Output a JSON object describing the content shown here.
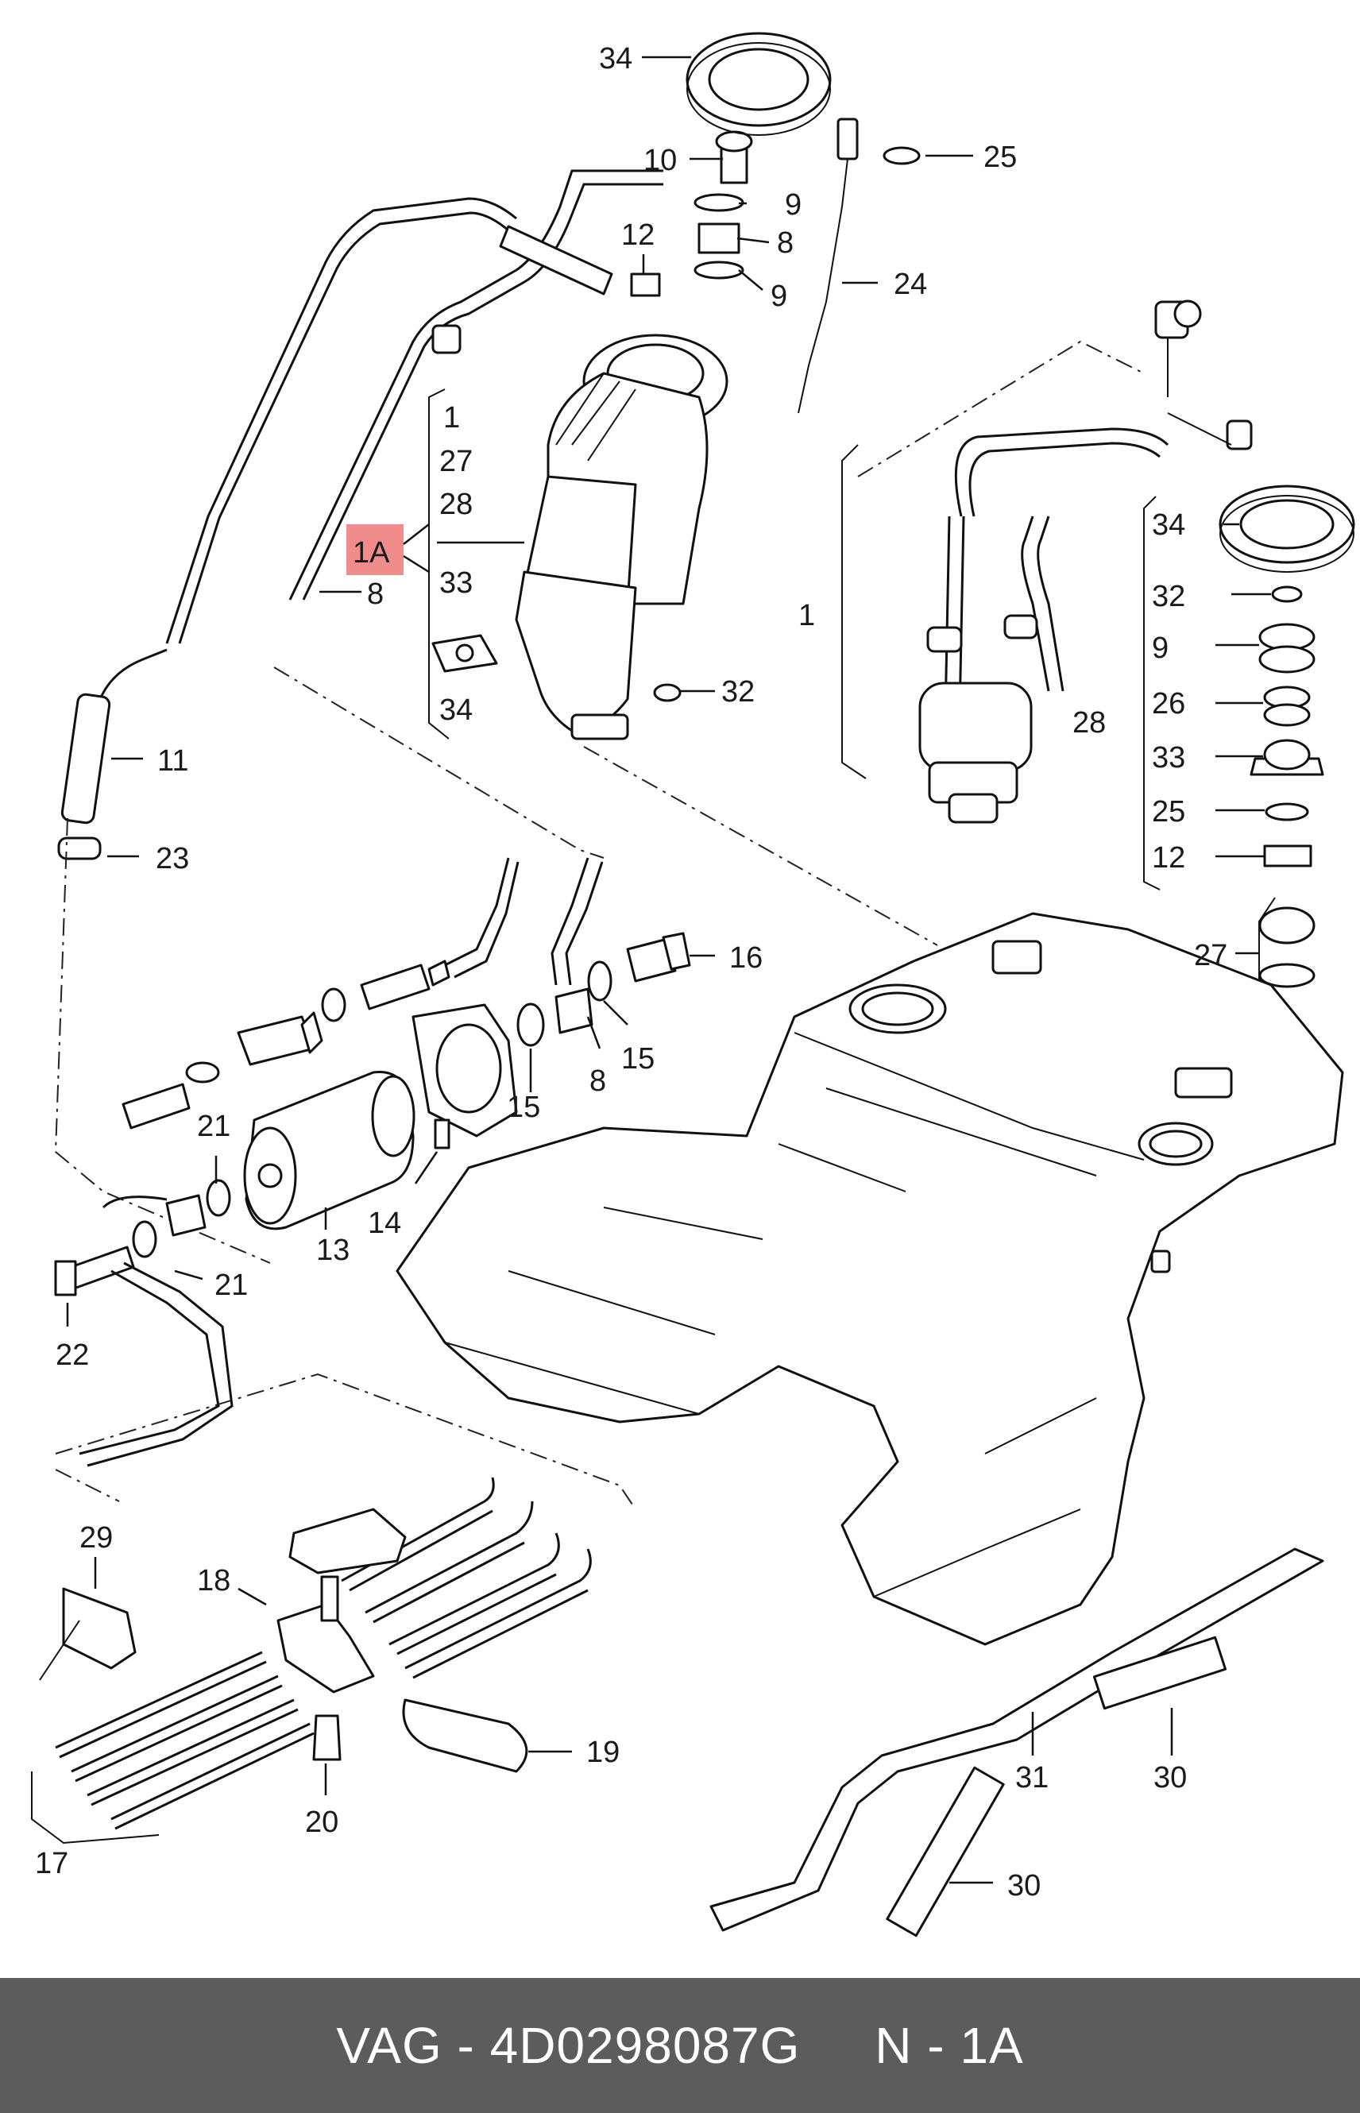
{
  "diagram": {
    "callouts": [
      {
        "id": "c34a",
        "text": "34"
      },
      {
        "id": "c10",
        "text": "10"
      },
      {
        "id": "c25a",
        "text": "25"
      },
      {
        "id": "c9a",
        "text": "9"
      },
      {
        "id": "c8a",
        "text": "8"
      },
      {
        "id": "c12a",
        "text": "12"
      },
      {
        "id": "c9b",
        "text": "9"
      },
      {
        "id": "c24",
        "text": "24"
      },
      {
        "id": "c1a",
        "text": "1"
      },
      {
        "id": "c27a",
        "text": "27"
      },
      {
        "id": "c28a",
        "text": "28"
      },
      {
        "id": "c1A",
        "text": "1A"
      },
      {
        "id": "c8b",
        "text": "8"
      },
      {
        "id": "c33a",
        "text": "33"
      },
      {
        "id": "c32a",
        "text": "32"
      },
      {
        "id": "c34b",
        "text": "34"
      },
      {
        "id": "c11",
        "text": "11"
      },
      {
        "id": "c23",
        "text": "23"
      },
      {
        "id": "c1b",
        "text": "1"
      },
      {
        "id": "c34c",
        "text": "34"
      },
      {
        "id": "c32b",
        "text": "32"
      },
      {
        "id": "c9c",
        "text": "9"
      },
      {
        "id": "c26",
        "text": "26"
      },
      {
        "id": "c28b",
        "text": "28"
      },
      {
        "id": "c33b",
        "text": "33"
      },
      {
        "id": "c25b",
        "text": "25"
      },
      {
        "id": "c12b",
        "text": "12"
      },
      {
        "id": "c27b",
        "text": "27"
      },
      {
        "id": "c16",
        "text": "16"
      },
      {
        "id": "c15a",
        "text": "15"
      },
      {
        "id": "c8c",
        "text": "8"
      },
      {
        "id": "c15b",
        "text": "15"
      },
      {
        "id": "c21a",
        "text": "21"
      },
      {
        "id": "c14",
        "text": "14"
      },
      {
        "id": "c13",
        "text": "13"
      },
      {
        "id": "c21b",
        "text": "21"
      },
      {
        "id": "c22",
        "text": "22"
      },
      {
        "id": "c29",
        "text": "29"
      },
      {
        "id": "c18",
        "text": "18"
      },
      {
        "id": "c19",
        "text": "19"
      },
      {
        "id": "c20",
        "text": "20"
      },
      {
        "id": "c17",
        "text": "17"
      },
      {
        "id": "c31",
        "text": "31"
      },
      {
        "id": "c30a",
        "text": "30"
      },
      {
        "id": "c30b",
        "text": "30"
      }
    ]
  },
  "footer": {
    "text": "VAG - 4D0298087G     N - 1A"
  },
  "colors": {
    "highlight": "#f08c8c",
    "footer_bg": "#5c5c5c",
    "footer_text": "#ffffff"
  }
}
